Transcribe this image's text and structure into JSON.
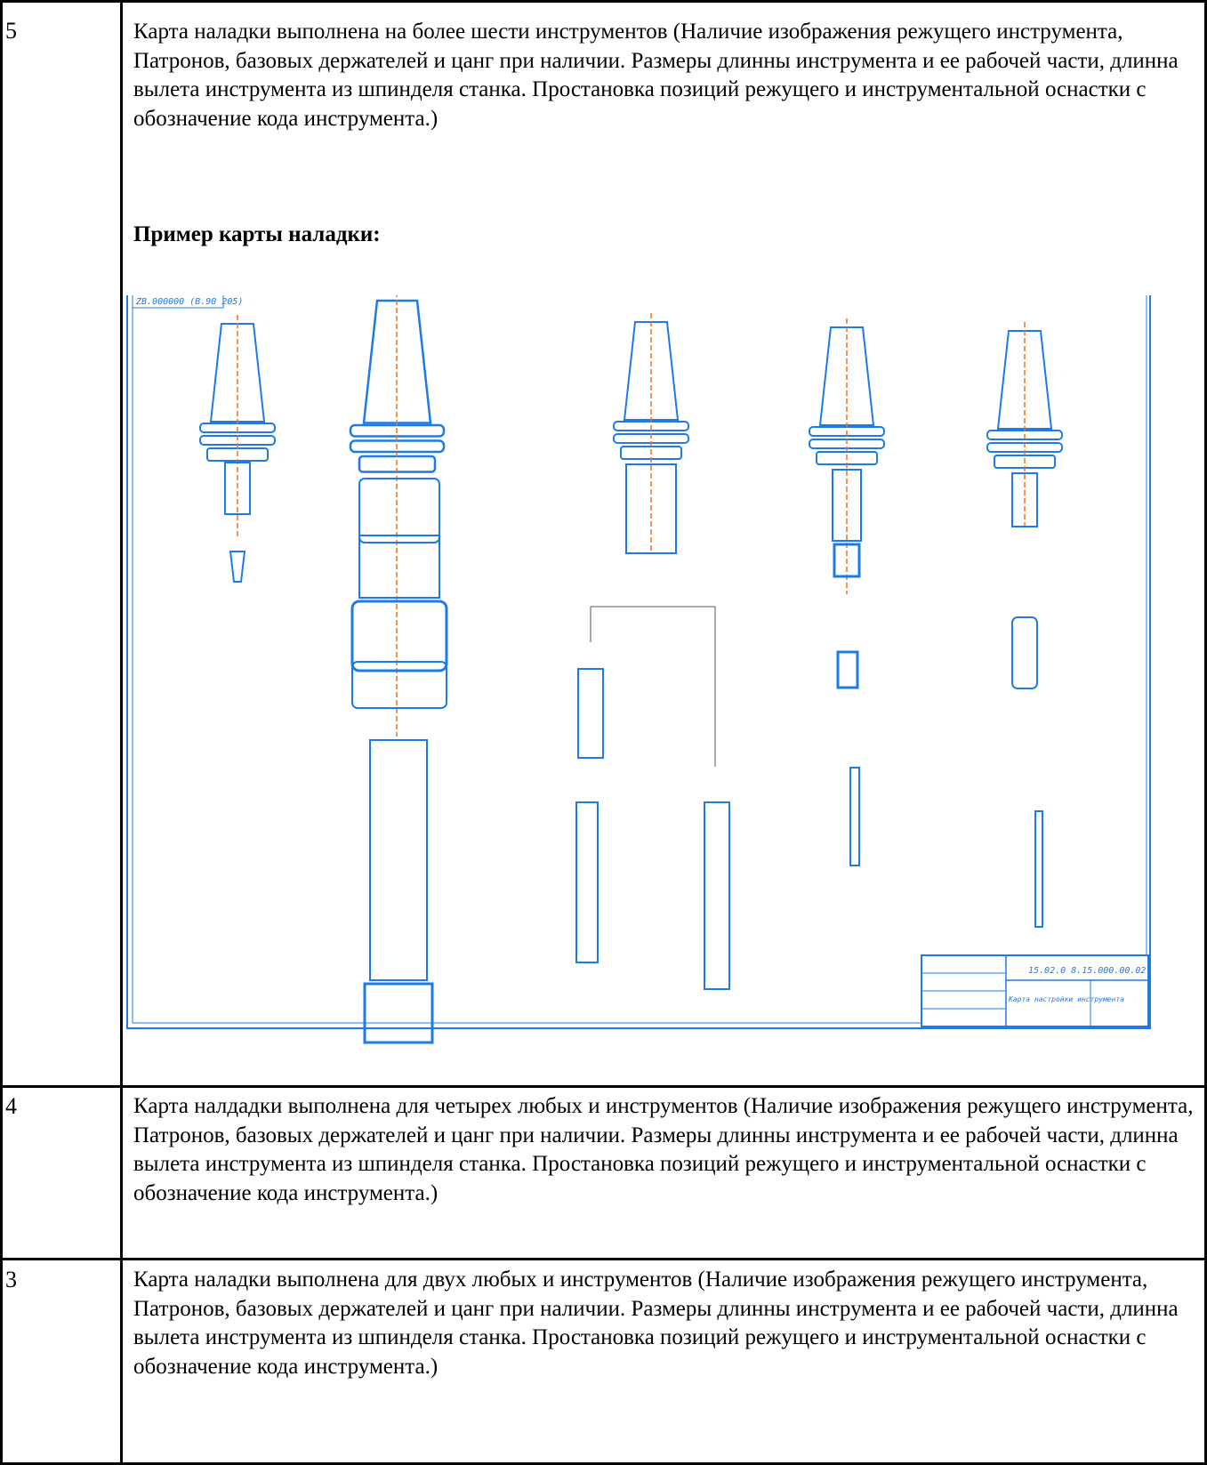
{
  "rows": [
    {
      "grade": "5",
      "text": "Карта наладки выполнена на более шести инструментов (Наличие изображения режущего инструмента, Патронов, базовых держателей и цанг при наличии. Размеры длинны инструмента и ее рабочей части, длинна вылета инструмента из шпинделя станка. Простановка позиций режущего и инструментальной оснастки с обозначение кода инструмента.)",
      "example_heading": "Пример карты наладки:"
    },
    {
      "grade": "4",
      "text": "Карта налдадки выполнена для четырех любых и инструментов (Наличие изображения режущего инструмента, Патронов, базовых держателей и цанг при наличии. Размеры длинны инструмента и ее рабочей части, длинна вылета инструмента из шпинделя станка. Простановка позиций режущего и инструментальной оснастки с обозначение кода инструмента.)"
    },
    {
      "grade": "3",
      "text": "Карта наладки выполнена для двух любых и инструментов (Наличие изображения режущего инструмента, Патронов, базовых держателей и цанг при наличии. Размеры длинны инструмента и ее рабочей части, длинна вылета инструмента из шпинделя станка. Простановка позиций режущего и инструментальной оснастки с обозначение кода инструмента.)"
    }
  ],
  "drawing": {
    "stamp": "ZB.000000 (В.90 205)",
    "title_block_code": "15.02.0 8.15.000.00.02",
    "title_block_name": "Карта настройки инструмента",
    "colors": {
      "lines": "#1e7be6",
      "axis": "#e8741e",
      "frame": "#1e7be6"
    }
  }
}
